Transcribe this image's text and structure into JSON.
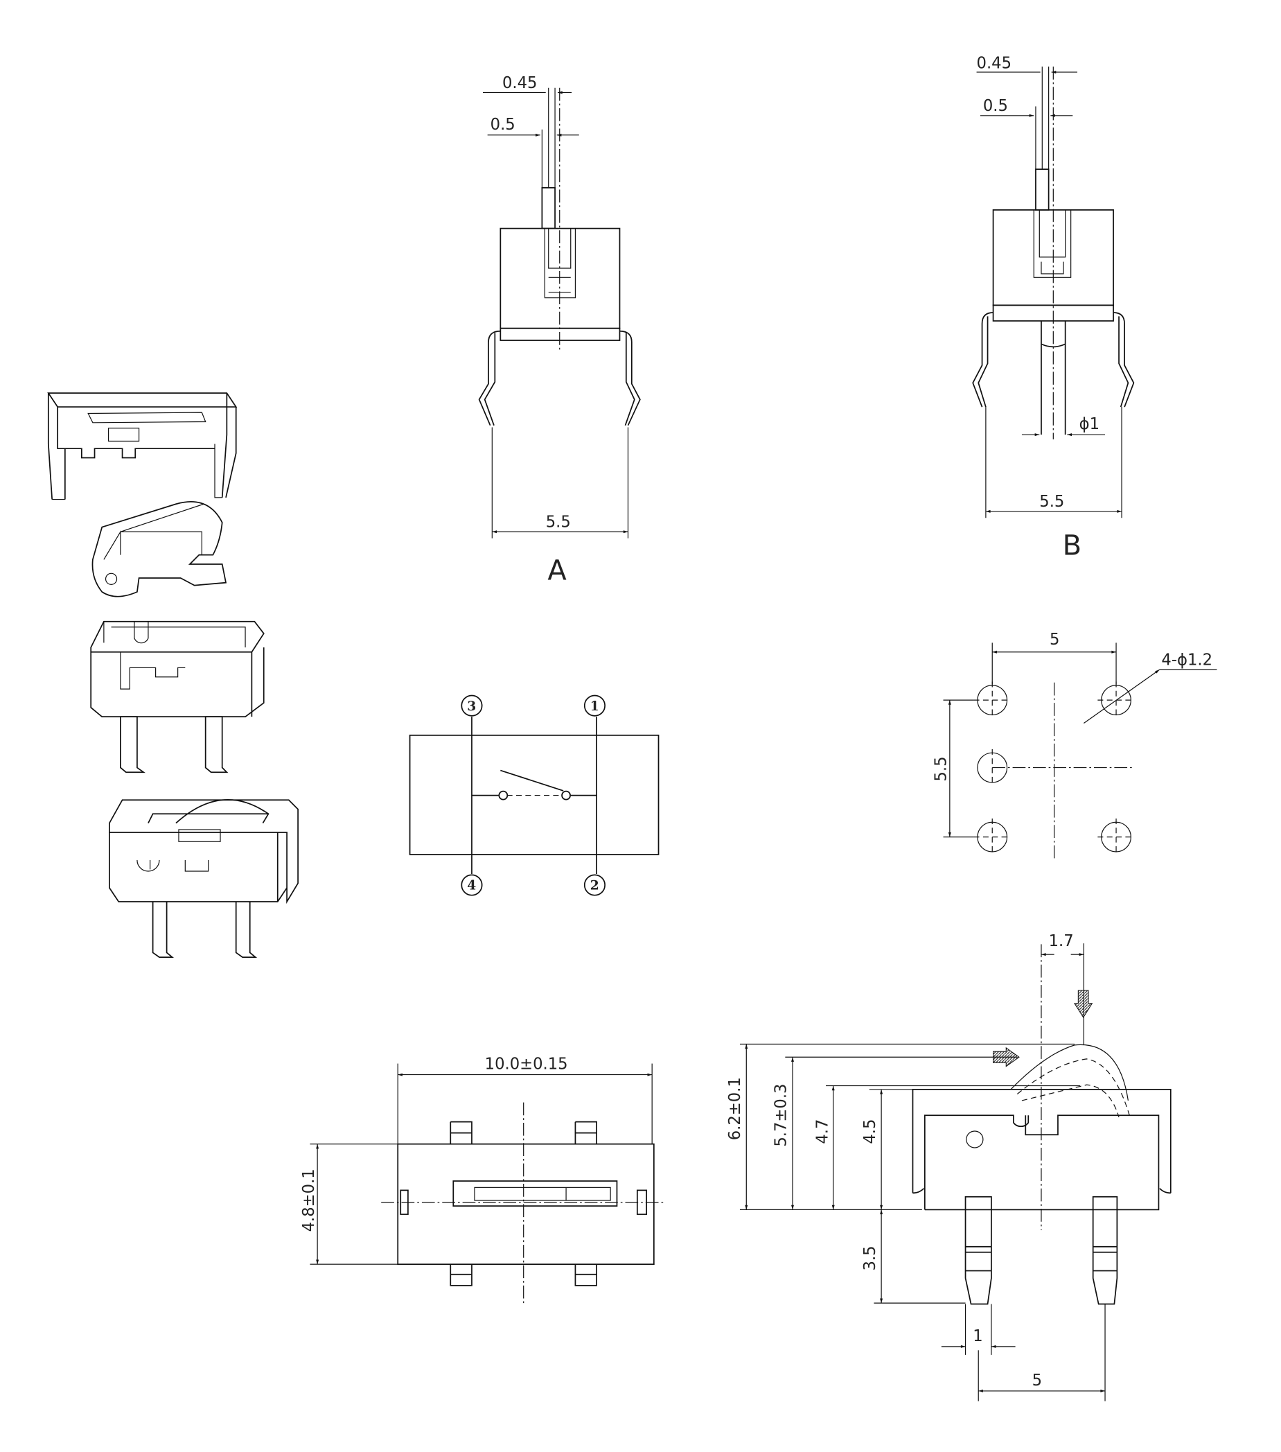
{
  "view_a": {
    "label": "A",
    "dim_actuator_width": "0.45",
    "dim_slot_width": "0.5",
    "dim_lead_spacing": "5.5"
  },
  "view_b": {
    "label": "B",
    "dim_actuator_width": "0.45",
    "dim_slot_width": "0.5",
    "dim_plunger_dia": "ϕ1",
    "dim_lead_spacing": "5.5"
  },
  "schematic": {
    "pins": [
      "3",
      "1",
      "4",
      "2"
    ]
  },
  "footprint": {
    "dim_horizontal": "5",
    "dim_vertical": "5.5",
    "dim_holes": "4-ϕ1.2"
  },
  "top_view": {
    "dim_length": "10.0±0.15",
    "dim_width": "4.8±0.1"
  },
  "side_view": {
    "dim_offset": "1.7",
    "dim_h1": "6.2±0.1",
    "dim_h2": "5.7±0.3",
    "dim_h3": "4.7",
    "dim_h4": "4.5",
    "dim_pin_length": "3.5",
    "dim_pin_width": "1",
    "dim_pin_pitch": "5"
  }
}
